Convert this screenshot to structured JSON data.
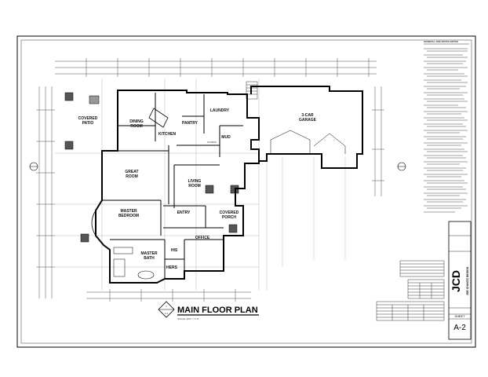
{
  "plan": {
    "title": "MAIN FLOOR PLAN",
    "scale": "SCALE: 3/16\" = 1'-0\"",
    "callout_number": "1",
    "callout_sheet": "A-2"
  },
  "rooms": {
    "covered_patio": [
      "COVERED",
      "PATIO"
    ],
    "dining_room": [
      "DINING",
      "ROOM"
    ],
    "kitchen": "KITCHEN",
    "pantry": "PANTRY",
    "laundry": "LAUNDRY",
    "mud": "MUD",
    "powder": "POWDR",
    "garage": [
      "3-CAR",
      "GARAGE"
    ],
    "great_room": [
      "GREAT",
      "ROOM"
    ],
    "living_room": [
      "LIVING",
      "ROOM"
    ],
    "master_bedroom": [
      "MASTER",
      "BEDROOM"
    ],
    "entry": "ENTRY",
    "covered_porch": [
      "COVERED",
      "PORCH"
    ],
    "office": "OFFICE",
    "master_bath": [
      "MASTER",
      "BATH"
    ],
    "his": "HIS",
    "hers": "HERS"
  },
  "notes": {
    "heading": "GENERAL ARE NOTES NOTES"
  },
  "title_block": {
    "logo": "JCD",
    "firm": "JOE CHAVEZ DESIGN",
    "sheet_label": "SHEET",
    "sheet_number": "A-2"
  }
}
